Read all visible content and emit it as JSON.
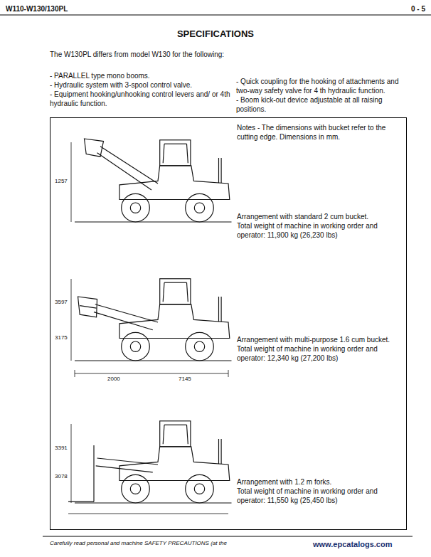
{
  "diagram": {
    "title": "SPECIFICATIONS",
    "nodes": [
      {
        "text": [
          "Notes - The dimensions with bucket refer to the cutting edge. Dimensions in mm.",
          "Arrangement with standard 2 cum bucket.",
          "Total weight of machine in working order and operator: 11,900 kg (26,230 lbs)",
          "Arrangement with multi-purpose 1.6 cum bucket.",
          "Total weight of machine in working order and operator: 12,340 kg (27,200 lbs)",
          "Arrangement with 1.2 m forks.",
          "Total weight of machine in working order and operator: 11,550 kg (25,450 lbs)"
        ]
      }
    ],
    "edges": [],
    "labels": [
      "W110-W130/130PL",
      "0 - 5",
      "The W130PL differs from model W130 for the following:",
      "- PARALLEL type mono booms.",
      "- Hydraulic system with 3-spool control valve.",
      "- Equipment hooking/unhooking control levers and/ or 4th hydraulic function.",
      "- Quick coupling for the hooking of attachments and two-way safety valve for 4 th hydraulic function.",
      "- Boom kick-out device adjustable at all raising positions.",
      "1257",
      "3597",
      "3175",
      "2000",
      "7145",
      "3391",
      "3078",
      "Carefully read personal and machine SAFETY PRECAUTIONS (at the",
      "www.epcatalogs.com"
    ]
  }
}
